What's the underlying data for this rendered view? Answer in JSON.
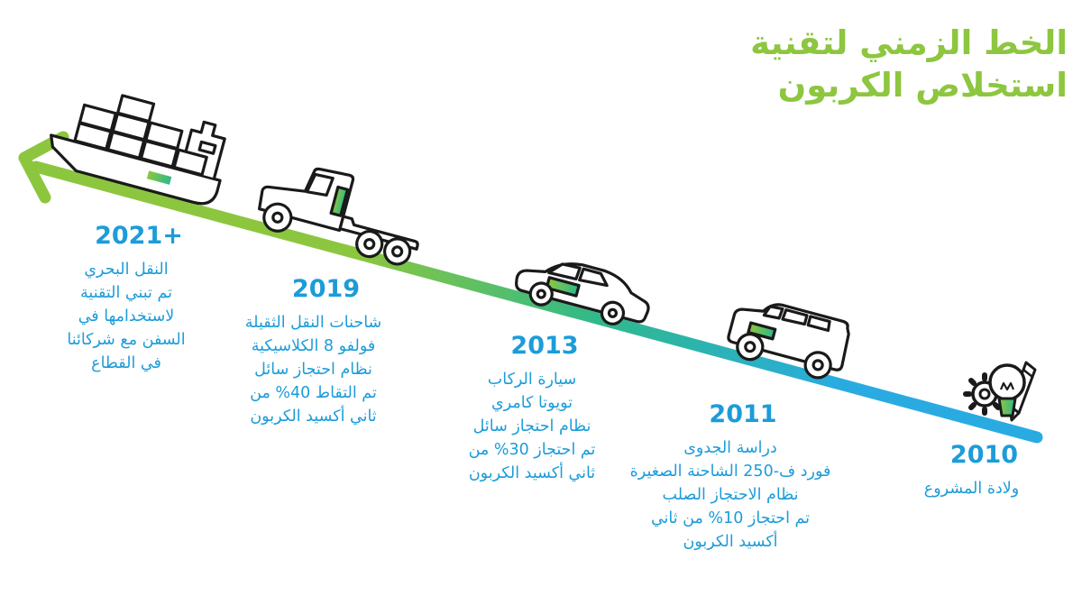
{
  "title": {
    "line1": "الخط الزمني لتقنية",
    "line2": "استخلاص الكربون"
  },
  "milestones": [
    {
      "year": "2021+",
      "icon": "cargo-ship",
      "lines": [
        "النقل البحري",
        "تم تبني التقنية",
        "لاستخدامها في",
        "السفن مع شركائنا",
        "في القطاع"
      ]
    },
    {
      "year": "2019",
      "icon": "semi-truck",
      "lines": [
        "شاحنات النقل الثقيلة",
        "فولفو 8 الكلاسيكية",
        "نظام احتجاز سائل",
        "تم التقاط 40% من",
        "ثاني أكسيد الكربون"
      ]
    },
    {
      "year": "2013",
      "icon": "sedan-car",
      "lines": [
        "سيارة الركاب",
        "تويوتا كامري",
        "نظام احتجاز سائل",
        "تم احتجاز 30% من",
        "ثاني أكسيد الكربون"
      ]
    },
    {
      "year": "2011",
      "icon": "pickup-suv",
      "lines": [
        "دراسة الجدوى",
        "فورد ف-250 الشاحنة الصغيرة",
        "نظام الاحتجاز الصلب",
        "تم احتجاز 10% من ثاني",
        "أكسيد الكربون"
      ]
    },
    {
      "year": "2010",
      "icon": "idea-gear-bulb-pencil",
      "lines": [
        "ولادة المشروع"
      ]
    }
  ],
  "colors": {
    "title_green": "#8DC63F",
    "text_blue": "#1C9CD9",
    "line_green": "#8CC63E",
    "line_teal": "#2FB98B",
    "line_blue": "#29ABE2",
    "vehicle_outline": "#1A1A1A"
  }
}
